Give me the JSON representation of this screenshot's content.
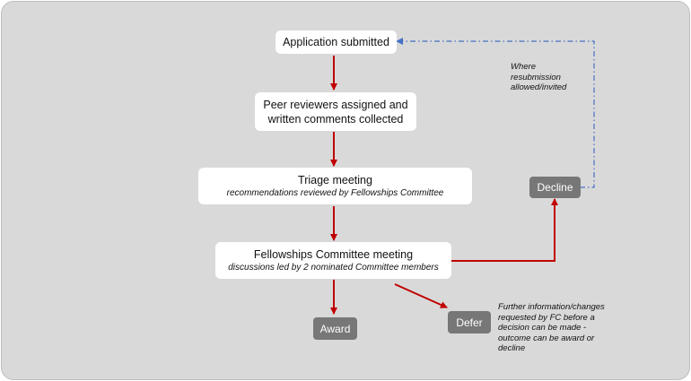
{
  "diagram": {
    "nodes": {
      "application_submitted": {
        "label": "Application submitted"
      },
      "peer_review": {
        "line1": "Peer reviewers assigned and",
        "line2": "written comments collected"
      },
      "triage": {
        "label": "Triage meeting",
        "sublabel": "recommendations reviewed by Fellowships Committee"
      },
      "fc_meeting": {
        "label": "Fellowships Committee meeting",
        "sublabel": "discussions led by 2 nominated Committee members"
      },
      "award": {
        "label": "Award"
      },
      "defer": {
        "label": "Defer"
      },
      "decline": {
        "label": "Decline"
      }
    },
    "notes": {
      "resubmission": {
        "line1": "Where",
        "line2": "resubmission",
        "line3": "allowed/invited"
      },
      "defer_note": {
        "line1": "Further information/changes",
        "line2": "requested by FC before a",
        "line3": "decision can be made -",
        "line4": "outcome can be award or",
        "line5": "decline"
      }
    },
    "colors": {
      "background": "#d9d9d9",
      "box": "#ffffff",
      "outcome_box": "#777777",
      "arrow": "#c00000",
      "resubmission_line": "#4472c4"
    }
  }
}
